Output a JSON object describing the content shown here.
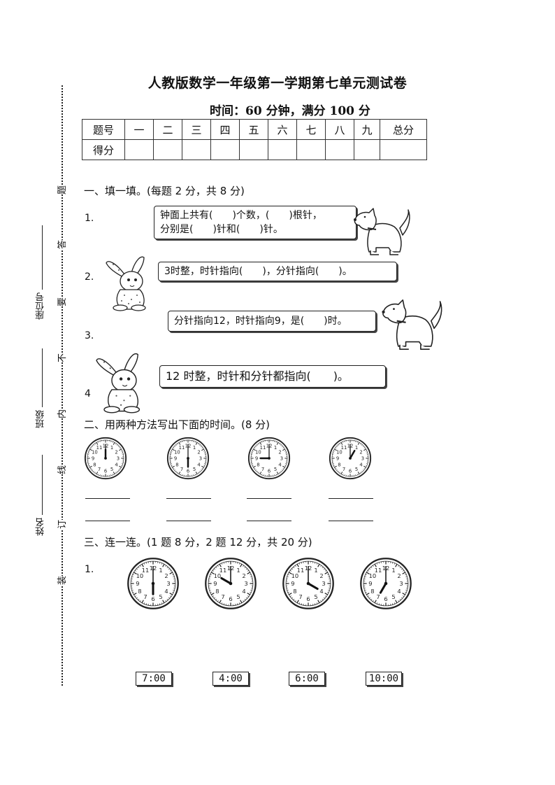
{
  "title": "人教版数学一年级第一学期第七单元测试卷",
  "subtitle": "时间：60 分钟，满分 100 分",
  "score_table": {
    "row1": [
      "题号",
      "一",
      "二",
      "三",
      "四",
      "五",
      "六",
      "七",
      "八",
      "九",
      "总分"
    ],
    "row2_label": "得分"
  },
  "margin": {
    "fields": [
      "座位号",
      "班级",
      "姓名"
    ],
    "binding_chars": [
      "题",
      "答",
      "要",
      "不",
      "内",
      "线",
      "订",
      "装"
    ]
  },
  "section1": {
    "heading": "一、填一填。(每题 2 分，共 8 分)",
    "items": [
      {
        "num": "1.",
        "line1": "钟面上共有(　　)个数，(　　)根针，",
        "line2": "分别是(　　)针和(　　)针。",
        "animal": "dog"
      },
      {
        "num": "2.",
        "text": "3时整，时针指向(　　)，分针指向(　　)。",
        "animal": "rabbit"
      },
      {
        "num": "3.",
        "text": "分针指向12，时针指向9，是(　　)时。",
        "animal": "dog"
      },
      {
        "num": "4",
        "text": "12 时整，时针和分针都指向(　　)。",
        "animal": "rabbit"
      }
    ]
  },
  "section2": {
    "heading": "二、用两种方法写出下面的时间。(8 分)",
    "clocks": [
      {
        "hour": 12,
        "minute": 0
      },
      {
        "hour": 6,
        "minute": 0
      },
      {
        "hour": 9,
        "minute": 0
      },
      {
        "hour": 1,
        "minute": 0
      }
    ]
  },
  "section3": {
    "heading": "三、连一连。(1 题 8 分，2 题 12 分，共 20 分)",
    "num": "1.",
    "clocks": [
      {
        "hour": 6,
        "minute": 0
      },
      {
        "hour": 10,
        "minute": 0
      },
      {
        "hour": 4,
        "minute": 0
      },
      {
        "hour": 7,
        "minute": 0
      }
    ],
    "times": [
      "7:00",
      "4:00",
      "6:00",
      "10:00"
    ]
  }
}
